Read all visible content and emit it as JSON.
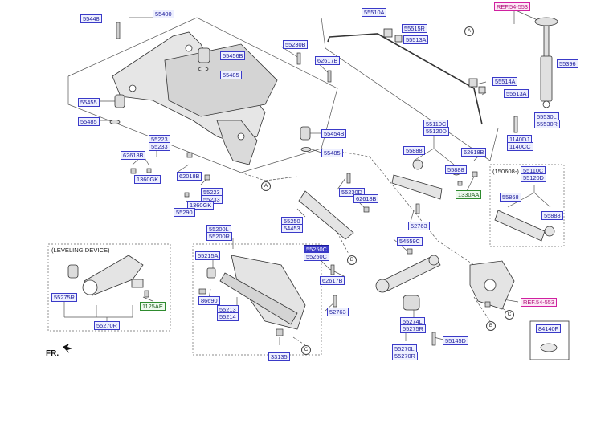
{
  "labels": {
    "l55448": "55448",
    "l55400": "55400",
    "l55510a": "55510A",
    "l55515r": "55515R",
    "l55513a": "55513A",
    "ref_top": "REF.54-553",
    "l55396": "55396",
    "l55230b": "55230B",
    "l55456b": "55456B",
    "l55485a": "55485",
    "l62617b_top": "62617B",
    "l55455": "55455",
    "l55485b": "55485",
    "l55514a": "55514A",
    "l55513a2": "55513A",
    "l55530l": "55530L",
    "l55530r": "55530R",
    "l55454b": "55454B",
    "l55485c": "55485",
    "l55223_a": "55223",
    "l55233_a": "55233",
    "l55110c": "55110C",
    "l55120d": "55120D",
    "l1140dj": "1140DJ",
    "l1140cc": "1140CC",
    "l62618b_a": "62618B",
    "l1360gk_a": "1360GK",
    "l62618b_b": "62618B",
    "l55888_a": "55888",
    "l55888_b": "55888",
    "l62018b": "62018B",
    "l55223_b": "55223",
    "l55233_b": "55233",
    "l1360gk_b": "1360GK",
    "l55290": "55290",
    "l55230d": "55230D",
    "l62618b_c": "62618B",
    "l1330aa": "1330AA",
    "l150608": "(150608-)",
    "l55110c2": "55110C",
    "l55120d2": "55120D",
    "l55868": "55868",
    "l55888_c": "55888",
    "l55250": "55250",
    "l54453": "54453",
    "l52763_a": "52763",
    "l55200l": "55200L",
    "l55200r": "55200R",
    "l54559c": "54559C",
    "l55215a": "55215A",
    "l55250c_sel": "55250C",
    "l55250c": "55250C",
    "leveling": "(LEVELING DEVICE)",
    "l55275r": "55275R",
    "l1125ae": "1125AE",
    "l55270r": "55270R",
    "l86690": "86690",
    "l55213": "55213",
    "l55214": "55214",
    "l62617b_b": "62617B",
    "l52763_b": "52763",
    "ref_bottom": "REF.54-553",
    "l55274l": "55274L",
    "l55275r2": "55275R",
    "l55270l": "55270L",
    "l55270r2": "55270R",
    "l55145d": "55145D",
    "l84140f": "84140F",
    "l33135": "33135",
    "fr": "FR."
  },
  "callouts": [
    "A",
    "A",
    "B",
    "B",
    "C",
    "C"
  ]
}
